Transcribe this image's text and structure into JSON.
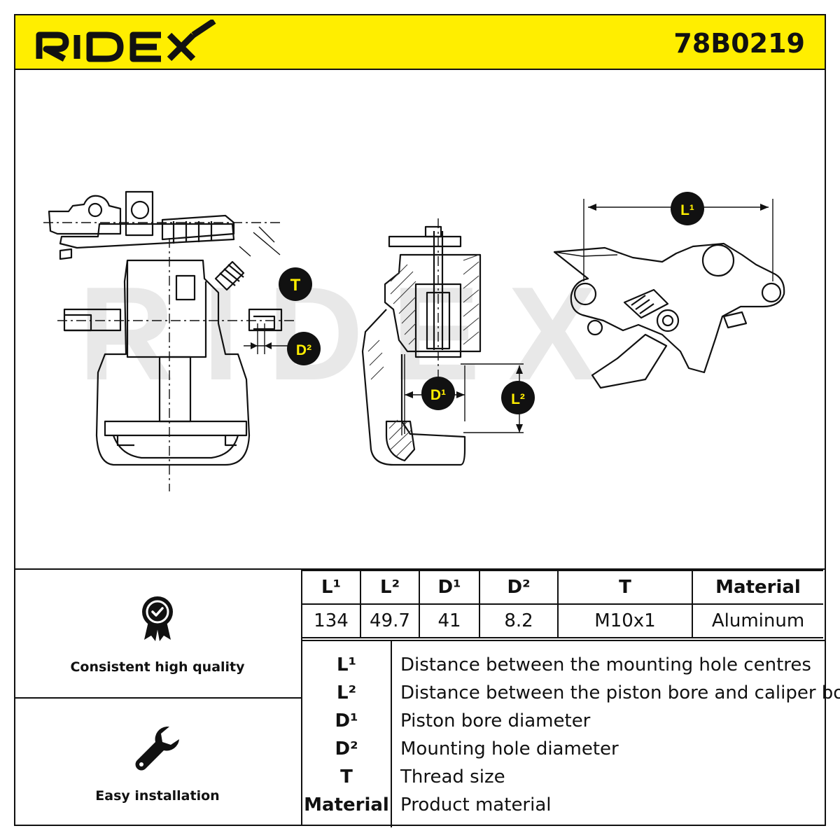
{
  "header": {
    "brand": "RIDEX",
    "part_number": "78B0219",
    "accent_color": "#ffee00"
  },
  "watermark": "RIDEX",
  "drawing": {
    "callouts": {
      "T": "T",
      "D2": "D²",
      "D1": "D¹",
      "L2": "L²",
      "L1": "L¹"
    }
  },
  "features": [
    {
      "icon": "quality-badge-icon",
      "label": "Consistent high quality"
    },
    {
      "icon": "wrench-icon",
      "label": "Easy installation"
    }
  ],
  "specs": {
    "headers": [
      "L¹",
      "L²",
      "D¹",
      "D²",
      "T",
      "Material"
    ],
    "values": [
      "134",
      "49.7",
      "41",
      "8.2",
      "M10x1",
      "Aluminum"
    ]
  },
  "legend": [
    {
      "key": "L¹",
      "desc": "Distance between the mounting hole centres"
    },
    {
      "key": "L²",
      "desc": "Distance between the piston bore and caliper body"
    },
    {
      "key": "D¹",
      "desc": "Piston bore diameter"
    },
    {
      "key": "D²",
      "desc": "Mounting hole diameter"
    },
    {
      "key": "T",
      "desc": "Thread size"
    },
    {
      "key": "Material",
      "desc": "Product material"
    }
  ]
}
